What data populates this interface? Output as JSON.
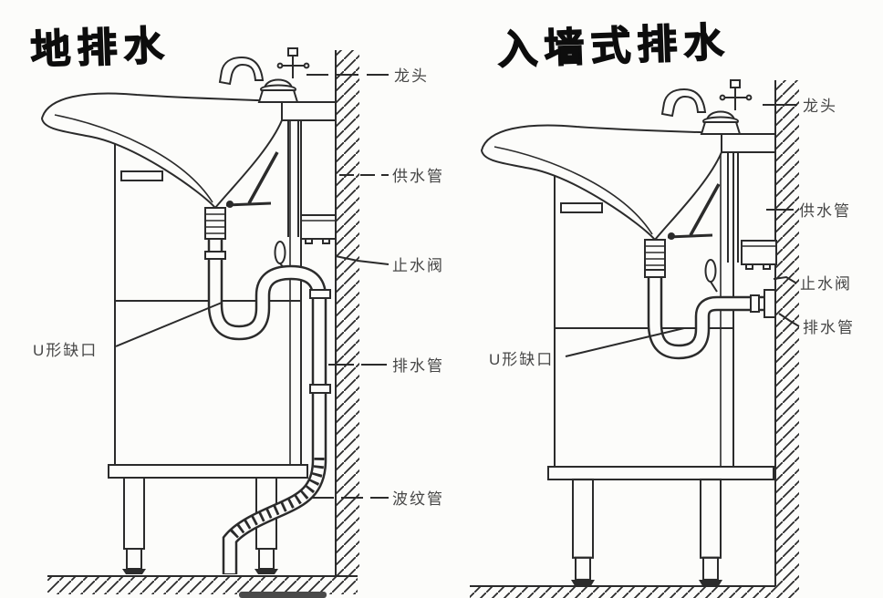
{
  "diagrams": {
    "left": {
      "title": "地排水",
      "labels": {
        "faucet": "龙头",
        "supply_pipe": "供水管",
        "stop_valve": "止水阀",
        "u_notch": "U形缺口",
        "drain_pipe": "排水管",
        "corrugated_pipe": "波纹管"
      }
    },
    "right": {
      "title": "入墙式排水",
      "labels": {
        "faucet": "龙头",
        "supply_pipe": "供水管",
        "stop_valve": "止水阀",
        "u_notch": "U形缺口",
        "drain_pipe": "排水管"
      }
    }
  }
}
